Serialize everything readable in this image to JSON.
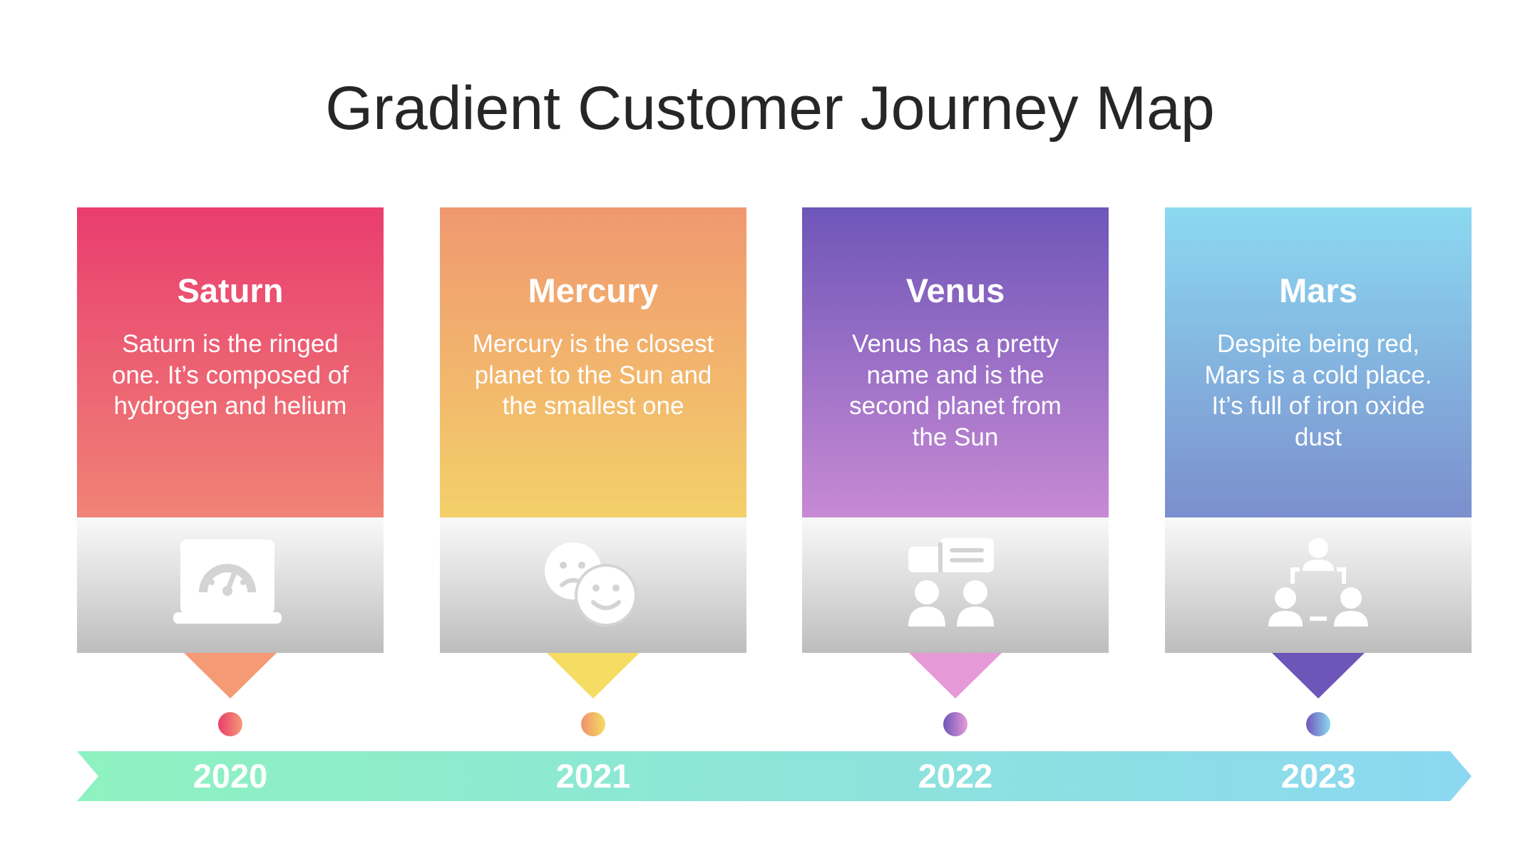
{
  "title": "Gradient Customer Journey Map",
  "stages": [
    {
      "name": "Saturn",
      "description": "Saturn is the ringed one. It’s composed of hydrogen and helium",
      "year": "2020",
      "icon": "laptop-speedometer-icon",
      "colors": {
        "top": "#e93d6f",
        "bottom": "#f08376",
        "pointer": "#f49a74",
        "dot_from": "#e93d6f",
        "dot_to": "#f49a74"
      }
    },
    {
      "name": "Mercury",
      "description": "Mercury is the closest planet to the Sun and the smallest one",
      "year": "2021",
      "icon": "sad-happy-faces-icon",
      "colors": {
        "top": "#f09870",
        "bottom": "#f3d06a",
        "pointer": "#f4dd62",
        "dot_from": "#f0906e",
        "dot_to": "#f4dd62"
      }
    },
    {
      "name": "Venus",
      "description": "Venus has a pretty name and is the second planet from the Sun",
      "year": "2022",
      "icon": "people-chat-icon",
      "colors": {
        "top": "#6e56b9",
        "bottom": "#c88ad4",
        "pointer": "#e59ad7",
        "dot_from": "#6e56b9",
        "dot_to": "#e59ad7"
      }
    },
    {
      "name": "Mars",
      "description": "Despite being red, Mars is a cold place. It’s full of iron oxide dust",
      "year": "2023",
      "icon": "team-network-icon",
      "colors": {
        "top": "#8cd9f1",
        "bottom": "#7b8fcd",
        "pointer": "#6e56b9",
        "dot_from": "#6e56b9",
        "dot_to": "#8cd9f1"
      }
    }
  ],
  "timeline": {
    "color_start": "#8ef2c0",
    "color_end": "#8cd8f1"
  }
}
